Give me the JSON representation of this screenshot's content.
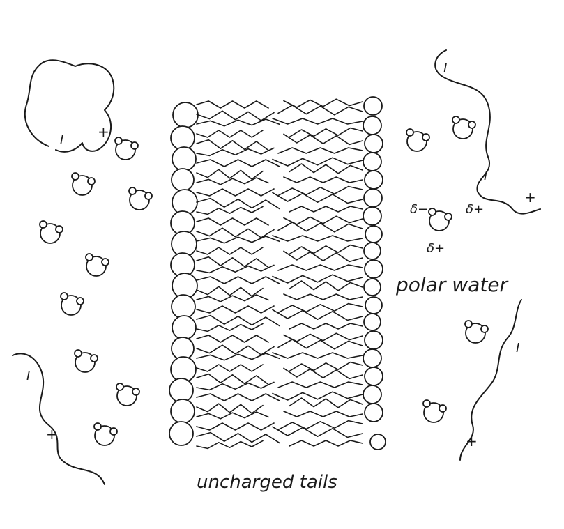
{
  "labels": {
    "polar_water": "polar water",
    "uncharged_tails": "uncharged tails",
    "delta_minus": "δ−",
    "delta_plus_right": "δ+",
    "delta_plus_bottom": "δ+"
  },
  "charge_marks": {
    "minus": "I",
    "plus": "+"
  },
  "colors": {
    "ink": "#1a1a1a",
    "background": "#ffffff"
  }
}
